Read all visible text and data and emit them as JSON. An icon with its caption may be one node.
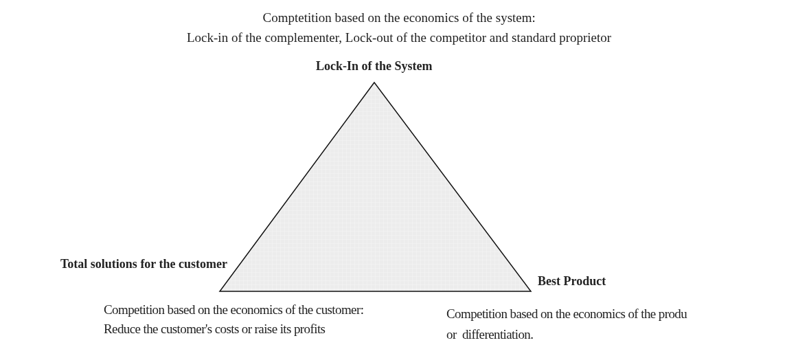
{
  "diagram": {
    "labels": [
      "Comptetition based on the economics of the system:",
      "Lock-in of the complementer, Lock-out of the competitor and standard proprietor",
      "Lock-In of the System",
      "Total solutions for the customer",
      "Best Product",
      "Competition based on the economics of the customer:",
      "Reduce the customer's costs or raise its profits",
      "Competition based on the economics of the produ",
      "or  differentiation."
    ]
  }
}
